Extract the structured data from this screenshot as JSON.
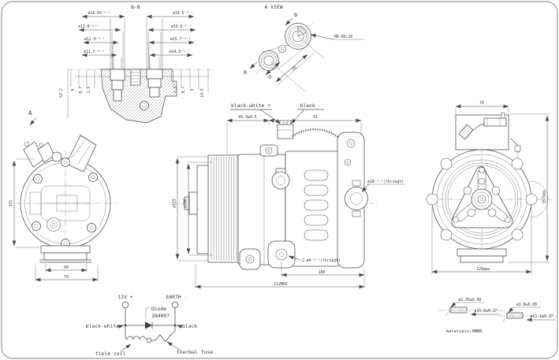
{
  "bb": {
    "title": "B-B",
    "left_dims": [
      "ø16.65⁺⁰·¹",
      "ø13.8⁺⁰·¹",
      "ø12.9⁺⁰·¹",
      "ø11.7⁺⁰·¹"
    ],
    "right_dims": [
      "ø19.5⁺⁰·¹",
      "ø16.6⁺⁰·¹",
      "ø15.7⁺⁰·¹",
      "ø14.5⁺⁰·¹"
    ],
    "left_v": [
      "52.2",
      "9",
      "8.7",
      "1.5"
    ],
    "right_v": [
      "1.5",
      "8.7",
      "9",
      "14.5"
    ]
  },
  "va": {
    "title": "A VIEW",
    "arrow_top": "B",
    "arrow_side": "B",
    "thread": "M8-6H↓16",
    "dim1": "28",
    "dim2": "16"
  },
  "fv": {
    "label": "A",
    "dim_height": "131",
    "dim_inner": "60",
    "dim_outer": "79"
  },
  "sv": {
    "wire_pos": "black-white +",
    "wire_neg": "black -",
    "dim_conn": "66.9±0.5",
    "dim_91": "91",
    "dia_outer": "ø119",
    "dia_inner": "ø108",
    "port_label": "ø18⁺⁰·¹(through)",
    "mount_label": "2-ø9⁺⁰·¹(through)",
    "dim_108": "108",
    "dim_total": "212MAX"
  },
  "rv": {
    "dim_top": "70",
    "dim_bottom": "125max",
    "dim_side": "167max"
  },
  "w": {
    "pos": "12V +",
    "neg": "EARTH -",
    "diode1": "Diode",
    "diode2": "1N4007",
    "left": "black-white",
    "right": "black",
    "coil": "field coil",
    "fuse": "thermal fuse"
  },
  "o": {
    "o1_cs": "ø1.45±0.08",
    "o1_id": "ø15.8±0.17",
    "o2_cs": "ø1.8±0.08",
    "o2_id": "ø11.1±0.17",
    "material": "materials:HNBR"
  }
}
